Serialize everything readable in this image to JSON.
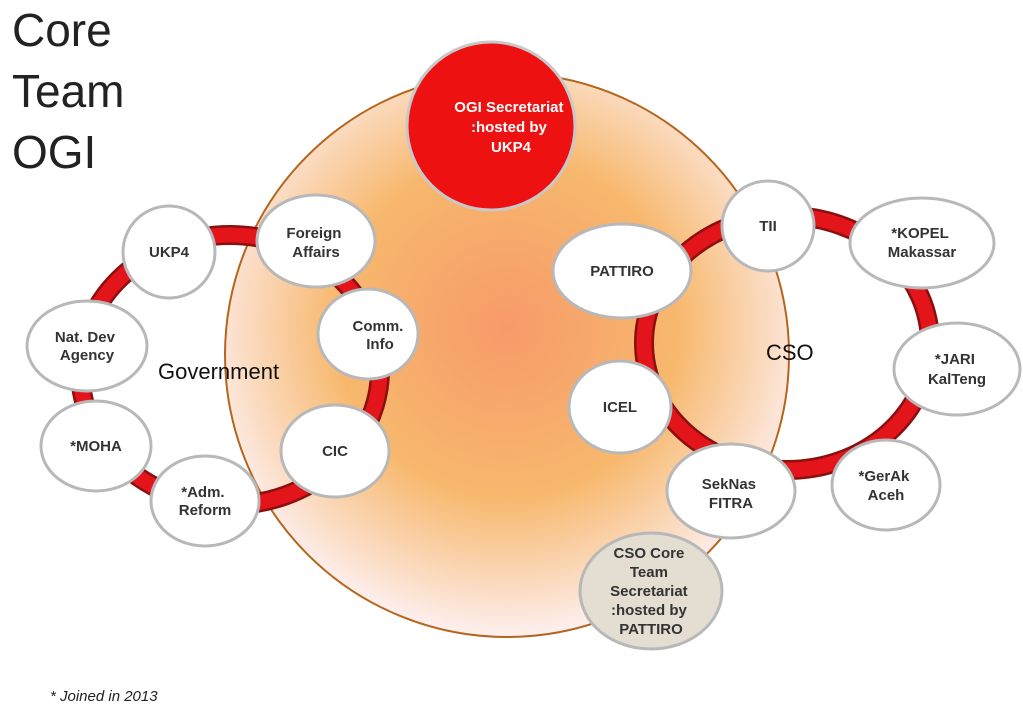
{
  "title": [
    "Core",
    "Team",
    "OGI"
  ],
  "colors": {
    "ring_red": "#e3151a",
    "ring_edge": "#8a0f0f",
    "node_fill": "#ffffff",
    "node_stroke": "#b8b8b8",
    "secretariat_fill": "#ee1111",
    "cso_secretariat_fill": "#e3ddd2",
    "center_stroke": "#b5651d"
  },
  "nodes": {
    "ogi_secretariat": [
      "OGI Secretariat",
      ":hosted by",
      "UKP4"
    ],
    "foreign_affairs": [
      "Foreign",
      "Affairs"
    ],
    "ukp4": [
      "UKP4"
    ],
    "comm_info": [
      "Comm.",
      "Info"
    ],
    "nat_dev_agency": [
      "Nat. Dev",
      "Agency"
    ],
    "moha": [
      "*MOHA"
    ],
    "adm_reform": [
      "*Adm.",
      "Reform"
    ],
    "cic": [
      "CIC"
    ],
    "pattiro": [
      "PATTIRO"
    ],
    "tii": [
      "TII"
    ],
    "kopel_makassar": [
      "*KOPEL",
      "Makassar"
    ],
    "jari_kalteng": [
      "*JARI",
      "KalTeng"
    ],
    "icel": [
      "ICEL"
    ],
    "seknas_fitra": [
      "SekNas",
      "FITRA"
    ],
    "gerak_aceh": [
      "*GerAk",
      "Aceh"
    ],
    "cso_secretariat": [
      "CSO Core",
      "Team",
      "Secretariat",
      ":hosted by",
      "PATTIRO"
    ]
  },
  "labels": {
    "government": "Government",
    "cso": "CSO"
  },
  "footnote": "* Joined in 2013"
}
